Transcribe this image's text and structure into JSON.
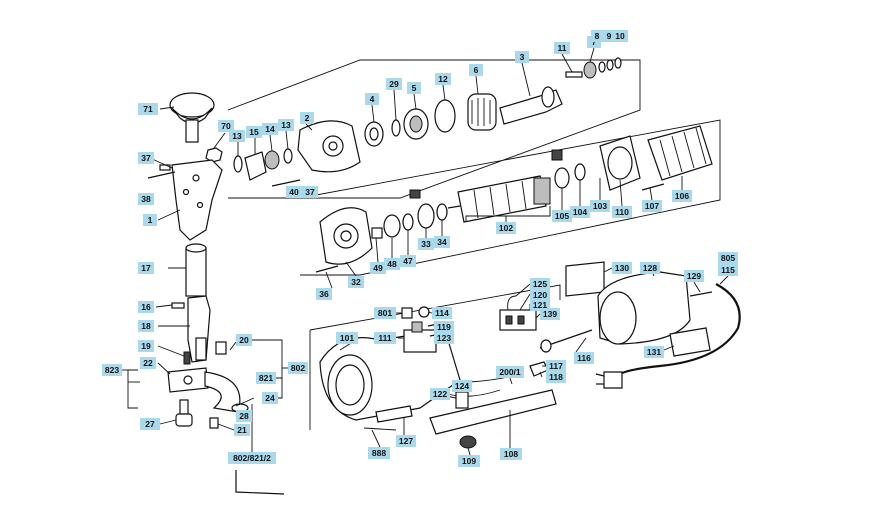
{
  "callouts": [
    {
      "id": "71"
    },
    {
      "id": "70"
    },
    {
      "id": "13"
    },
    {
      "id": "15"
    },
    {
      "id": "14"
    },
    {
      "id": "13b",
      "text": "13"
    },
    {
      "id": "2"
    },
    {
      "id": "4"
    },
    {
      "id": "29"
    },
    {
      "id": "5"
    },
    {
      "id": "12"
    },
    {
      "id": "6"
    },
    {
      "id": "3"
    },
    {
      "id": "11"
    },
    {
      "id": "7"
    },
    {
      "id": "8"
    },
    {
      "id": "9"
    },
    {
      "id": "10"
    },
    {
      "id": "37"
    },
    {
      "id": "38"
    },
    {
      "id": "1"
    },
    {
      "id": "40"
    },
    {
      "id": "37b",
      "text": "37"
    },
    {
      "id": "17"
    },
    {
      "id": "16"
    },
    {
      "id": "18"
    },
    {
      "id": "19"
    },
    {
      "id": "22"
    },
    {
      "id": "823"
    },
    {
      "id": "20"
    },
    {
      "id": "821"
    },
    {
      "id": "802"
    },
    {
      "id": "24"
    },
    {
      "id": "28"
    },
    {
      "id": "21"
    },
    {
      "id": "27"
    },
    {
      "id": "802/821/2"
    },
    {
      "id": "49"
    },
    {
      "id": "48"
    },
    {
      "id": "47"
    },
    {
      "id": "33"
    },
    {
      "id": "34"
    },
    {
      "id": "32"
    },
    {
      "id": "36"
    },
    {
      "id": "102"
    },
    {
      "id": "105"
    },
    {
      "id": "104"
    },
    {
      "id": "103"
    },
    {
      "id": "110"
    },
    {
      "id": "107"
    },
    {
      "id": "106"
    },
    {
      "id": "130"
    },
    {
      "id": "128"
    },
    {
      "id": "129"
    },
    {
      "id": "805"
    },
    {
      "id": "115"
    },
    {
      "id": "125"
    },
    {
      "id": "120"
    },
    {
      "id": "121"
    },
    {
      "id": "139"
    },
    {
      "id": "801"
    },
    {
      "id": "114"
    },
    {
      "id": "119"
    },
    {
      "id": "123"
    },
    {
      "id": "111"
    },
    {
      "id": "101"
    },
    {
      "id": "116"
    },
    {
      "id": "131"
    },
    {
      "id": "117"
    },
    {
      "id": "118"
    },
    {
      "id": "200/1"
    },
    {
      "id": "124"
    },
    {
      "id": "122"
    },
    {
      "id": "127"
    },
    {
      "id": "888"
    },
    {
      "id": "109"
    },
    {
      "id": "108"
    }
  ],
  "colors": {
    "label_fill": "#a9d9ea",
    "line": "#111111"
  }
}
